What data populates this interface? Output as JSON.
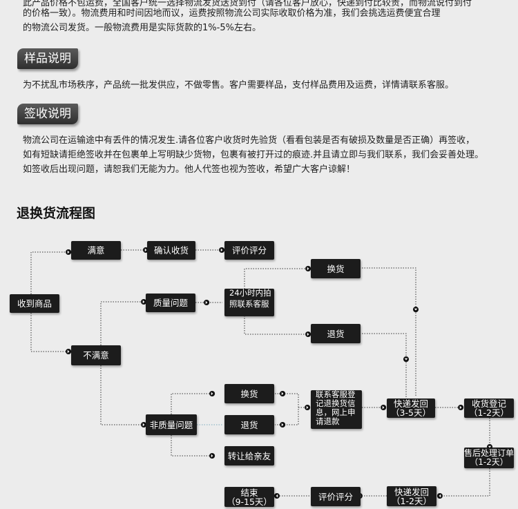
{
  "shipping": {
    "line1": "此产品价格不包运费，全国客户统一选择物流发货送货到付（请各位客户放心，快递到付比较贵，而物流说付到付",
    "line2": "的价格一致）。物流费用和时间因地而议，运费按照物流公司实际收取价格为准，我们会挑选运费便宜合理",
    "line3": "的物流公司发货。一般物流费用是实际货款的1%-5%左右。"
  },
  "sample": {
    "title": "样品说明",
    "text": "为不扰乱市场秩序，产品统一批发供应，不做零售。客户需要样品，支付样品费用及运费，详情请联系客服。"
  },
  "receipt": {
    "title": "签收说明",
    "line1": "物流公司在运输途中有丢件的情况发生.请各位客户收货时先验货（看看包装是否有破损及数量是否正确）再签收，",
    "line2": "如有短缺请拒绝签收并在包裹单上写明缺少货物，包裹有被打开过的痕迹.并且请立即与我们联系，我们会妥善处理。",
    "line3": "如签收后出现问题，请恕我们无能为力。他人代签也视为签收，希望广大客户谅解！"
  },
  "flow": {
    "title": "退换货流程图",
    "receive": "收到商品",
    "satisfied": "满意",
    "confirm_receipt": "确认收货",
    "rate": "评价评分",
    "unsatisfied": "不满意",
    "quality_issue": "质量问题",
    "photo_contact_1": "24小时内拍",
    "photo_contact_2": "照联系客服",
    "exchange_1": "换货",
    "return_1": "退货",
    "non_quality": "非质量问题",
    "exchange_2": "换货",
    "return_2": "退货",
    "transfer": "转让给亲友",
    "register_1": "联系客服登",
    "register_2": "记退换货信",
    "register_3": "息，网上申",
    "register_4": "请退款",
    "express_return_1": "快递发回",
    "express_return_2": "（3-5天）",
    "receive_register_1": "收货登记",
    "receive_register_2": "（1-2天）",
    "after_sale_1": "售后处理订单",
    "after_sale_2": "（1-2天）",
    "express_back_1": "快递发回",
    "express_back_2": "（1-2天）",
    "rate_2": "评价评分",
    "end_1": "结束",
    "end_2": "（9-15天）"
  }
}
